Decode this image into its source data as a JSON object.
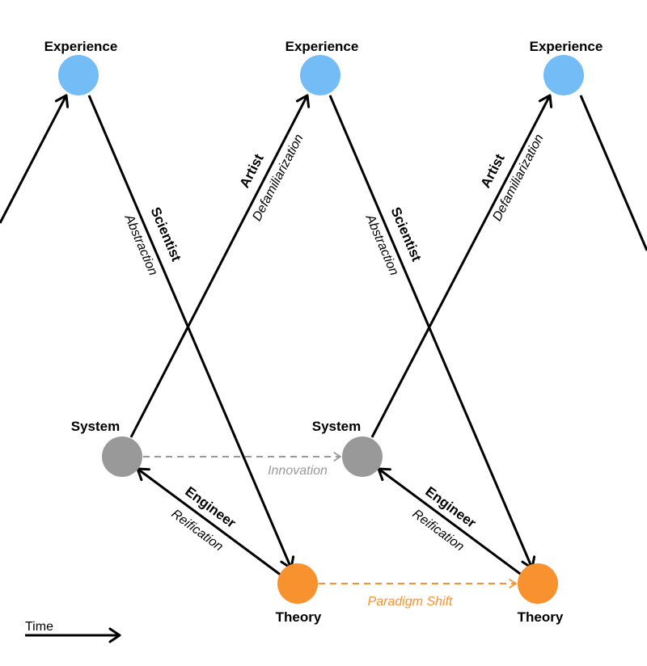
{
  "nodes": {
    "experience_label": "Experience",
    "system_label": "System",
    "theory_label": "Theory"
  },
  "edges": {
    "scientist_role": "Scientist",
    "scientist_process": "Abstraction",
    "artist_role": "Artist",
    "artist_process": "Defamiliarization",
    "engineer_role": "Engineer",
    "engineer_process": "Reification",
    "innovation": "Innovation",
    "paradigm_shift": "Paradigm Shift"
  },
  "time_label": "Time",
  "colors": {
    "experience": "#74BCF5",
    "system": "#999999",
    "theory": "#F7922E",
    "innovation": "#999999",
    "paradigm_shift": "#F7922E",
    "edge": "#000000"
  }
}
